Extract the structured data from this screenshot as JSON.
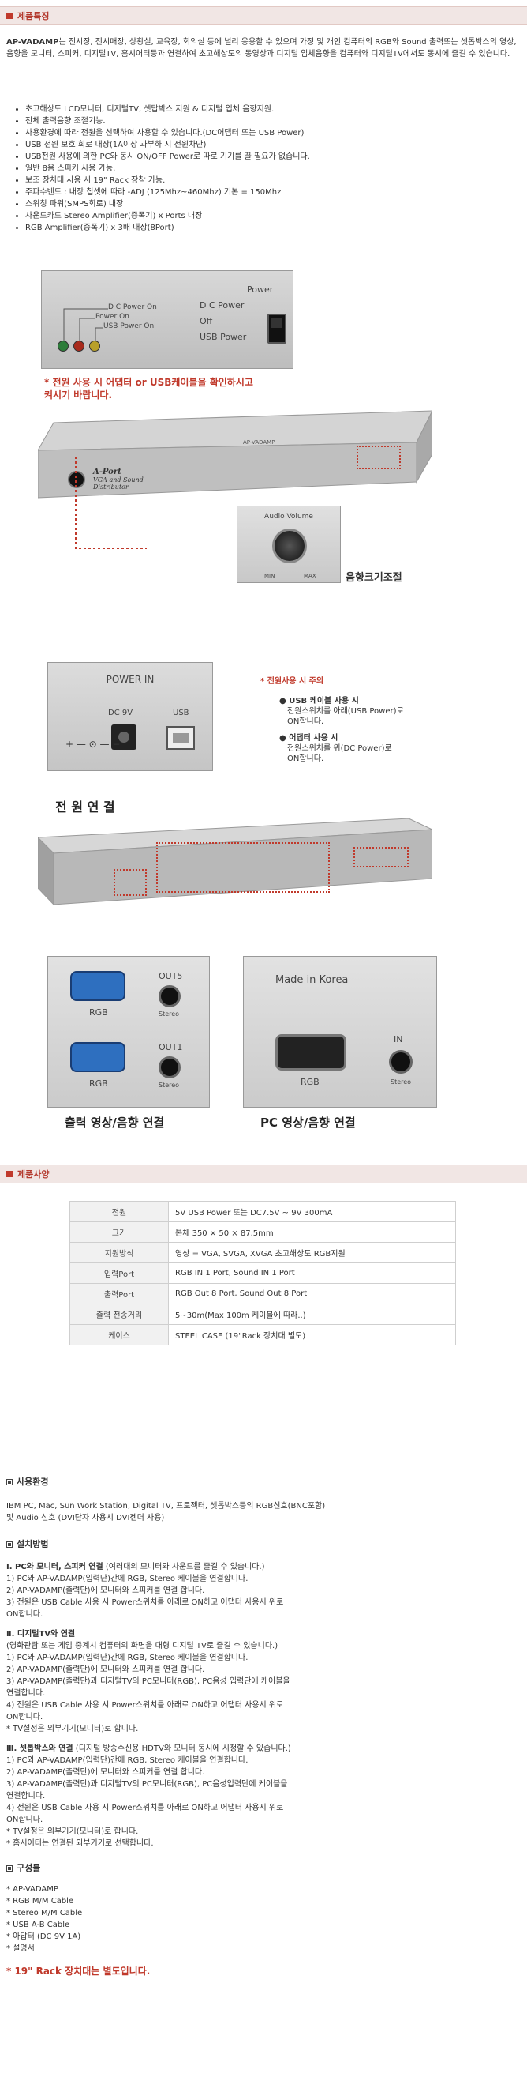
{
  "section1": {
    "title": "제품특징"
  },
  "intro": {
    "brand": "AP-VADAMP",
    "text": "는 전시장, 전시매장, 상황실, 교육장, 회의실 등에 널리 응용할 수 있으며 가정 및 개인 컴퓨터의 RGB와 Sound 출력또는 셋톱박스의 영상, 음향을 모니터, 스피커, 디지털TV, 홈시어터등과 연결하여 초고해상도의 동영상과 디지털 입체음향을 컴퓨터와 디지털TV에서도 동시에 즐길 수 있습니다."
  },
  "features": [
    "초고해상도 LCD모니터, 디지털TV, 셋탑박스 지원 & 디지털 입체 음향지원.",
    "전체 출력음향 조절기능.",
    "사용환경에 따라 전원을 선택하여 사용할 수 있습니다.(DC어댑터 또는 USB Power)",
    "USB 전원 보호 회로 내장(1A이상 과부하 시 전원차단)",
    "USB전원 사용에 의한 PC와 동시 ON/OFF Power로 따로 기기를 끌 필요가 없습니다.",
    "일반 8음 스피커 사용 가능.",
    "보조 장치대 사용 시 19\" Rack 장착 가능.",
    "주파수밴드 : 내장 칩셋에 따라 -ADJ (125Mhz~460Mhz) 기본 = 150Mhz",
    "스위칭 파워(SMPS회로) 내장",
    "사운드카드 Stereo Amplifier(증폭기) x Ports 내장",
    "RGB Amplifier(증폭기) x 3배 내장(8Port)"
  ],
  "panel1": {
    "dc_power_on": "D C Power On",
    "power_on": "Power On",
    "usb_power_on": "USB Power On",
    "power": "Power",
    "dc_power": "D C Power",
    "off": "Off",
    "usb_power": "USB Power"
  },
  "warning1": "* 전원 사용 시 어댑터 or USB케이블을 확인하시고\n  켜시기 바랍니다.",
  "device_label": "AP-VADAMP",
  "device_brand": "A-Port",
  "device_sub": "VGA and Sound\nDistributor",
  "volume": {
    "label": "Audio Volume",
    "min": "MIN",
    "max": "MAX",
    "caption": "음향크기조절"
  },
  "power_in": {
    "title": "POWER IN",
    "dc9v": "DC 9V",
    "usb": "USB",
    "caption": "전 원 연 결",
    "notice_title": "* 전원사용 시 주의",
    "usb_title": "USB 케이블 사용 시",
    "usb_text": "전원스위치를 아래(USB Power)로\nON합니다.",
    "adapter_title": "어댑터 사용 시",
    "adapter_text": "전원스위치를 위(DC Power)로\nON합니다."
  },
  "ports": {
    "out5": "OUT5",
    "out1": "OUT1",
    "rgb": "RGB",
    "stereo": "Stereo",
    "in": "IN",
    "made": "Made in Korea",
    "caption_left": "출력 영상/음향 연결",
    "caption_right": "PC 영상/음향 연결"
  },
  "section2": {
    "title": "제품사양"
  },
  "specs": [
    {
      "label": "전원",
      "value": "5V USB Power 또는 DC7.5V ~ 9V 300mA"
    },
    {
      "label": "크기",
      "value": "본체 350 × 50 × 87.5mm"
    },
    {
      "label": "지원방식",
      "value": "영상 = VGA, SVGA, XVGA 초고해상도 RGB지원"
    },
    {
      "label": "입력Port",
      "value": "RGB IN 1 Port, Sound IN 1 Port"
    },
    {
      "label": "출력Port",
      "value": "RGB Out 8 Port, Sound Out 8 Port"
    },
    {
      "label": "출력 전송거리",
      "value": "5~30m(Max 100m 케이블에 따라..)"
    },
    {
      "label": "케이스",
      "value": "STEEL CASE (19\"Rack 장치대 별도)"
    }
  ],
  "env": {
    "title": "사용환경",
    "text": "IBM PC, Mac, Sun Work Station, Digital TV, 프로젝터, 셋톱박스등의 RGB신호(BNC포함)\n및 Audio 신호 (DVI단자 사용시 DVI젠더 사용)"
  },
  "install": {
    "title": "설치방법",
    "s1_title": "Ⅰ. PC와 모니터, 스피커 연결",
    "s1_desc": " (여러대의 모니터와 사운드를 즐길 수 있습니다.)",
    "s1_lines": [
      "1) PC와 AP-VADAMP(입력단)간에 RGB, Stereo 케이블을 연결합니다.",
      "2) AP-VADAMP(출력단)에 모니터와 스피커를 연결 합니다.",
      "3) 전원은 USB Cable 사용 시 Power스위치를 아래로 ON하고 어댑터 사용시 위로",
      "ON합니다."
    ],
    "s2_title": "Ⅱ. 디지털TV와 연결",
    "s2_lines": [
      "(영화관람 또는 게임 중계시 컴퓨터의 화면을 대형 디지털 TV로 즐길 수 있습니다.)",
      "1) PC와 AP-VADAMP(입력단)간에 RGB, Stereo 케이블을 연결합니다.",
      "2) AP-VADAMP(출력단)에 모니터와 스피커를 연결 합니다.",
      "3) AP-VADAMP(출력단)과 디지털TV의 PC모니터(RGB), PC음성 입력단에 케이블을",
      "연결합니다.",
      "4) 전원은 USB Cable 사용 시 Power스위치를 아래로 ON하고 어댑터 사용시 위로",
      "ON합니다.",
      "* TV설정은 외부기기(모니터)로 합니다."
    ],
    "s3_title": "Ⅲ. 셋톱박스와 연결",
    "s3_desc": " (디지털 방송수신용 HDTV와 모니터 동시에 시청할 수 있습니다.)",
    "s3_lines": [
      "1) PC와 AP-VADAMP(입력단)간에 RGB, Stereo 케이블을 연결합니다.",
      "2) AP-VADAMP(출력단)에 모니터와 스피커를 연결 합니다.",
      "3) AP-VADAMP(출력단)과 디지털TV의 PC모니터(RGB), PC음성입력단에 케이블을",
      "연결합니다.",
      "4) 전원은 USB Cable 사용 시 Power스위치를 아래로 ON하고 어댑터 사용시 위로",
      "ON합니다.",
      "* TV설정은 외부기기(모니터)로 합니다.",
      "* 홈시어터는 연결된 외부기기로 선택합니다."
    ]
  },
  "contents": {
    "title": "구성물",
    "items": [
      "AP-VADAMP",
      "RGB M/M Cable",
      "Stereo M/M Cable",
      "USB A-B Cable",
      "아답터 (DC 9V 1A)",
      "설명서"
    ]
  },
  "rack_note": "* 19\" Rack 장치대는 별도입니다."
}
